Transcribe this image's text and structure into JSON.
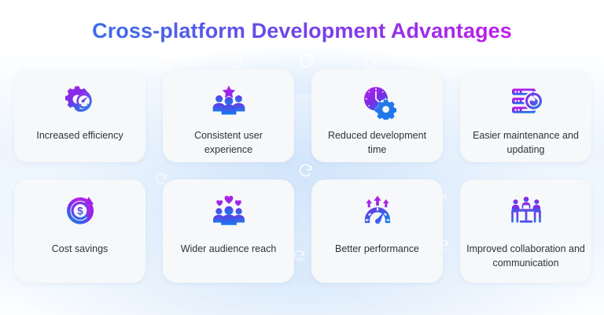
{
  "page": {
    "title": "Cross-platform Development Advantages",
    "title_gradient_from": "#2b7ae8",
    "title_gradient_to": "#da1ae8",
    "background": "#ffffff",
    "card_background": "#f7f8fa",
    "label_color": "#2f3338"
  },
  "cards": [
    {
      "id": "increased-efficiency",
      "label": "Increased efficiency",
      "icon": "gear-speedometer-icon"
    },
    {
      "id": "consistent-user-experience",
      "label": "Consistent user experience",
      "icon": "users-star-icon"
    },
    {
      "id": "reduced-development-time",
      "label": "Reduced development time",
      "icon": "clock-gear-icon"
    },
    {
      "id": "easier-maintenance",
      "label": "Easier maintenance and updating",
      "icon": "server-refresh-icon"
    },
    {
      "id": "cost-savings",
      "label": "Cost savings",
      "icon": "dollar-coin-arrow-icon"
    },
    {
      "id": "wider-audience-reach",
      "label": "Wider audience reach",
      "icon": "users-hearts-icon"
    },
    {
      "id": "better-performance",
      "label": "Better performance",
      "icon": "gauge-arrows-icon"
    },
    {
      "id": "improved-collaboration",
      "label": "Improved collaboration and communication",
      "icon": "meeting-table-icon"
    }
  ],
  "decoration": {
    "watermark_icon": "refresh-circle-icon",
    "watermark_count": 9
  }
}
